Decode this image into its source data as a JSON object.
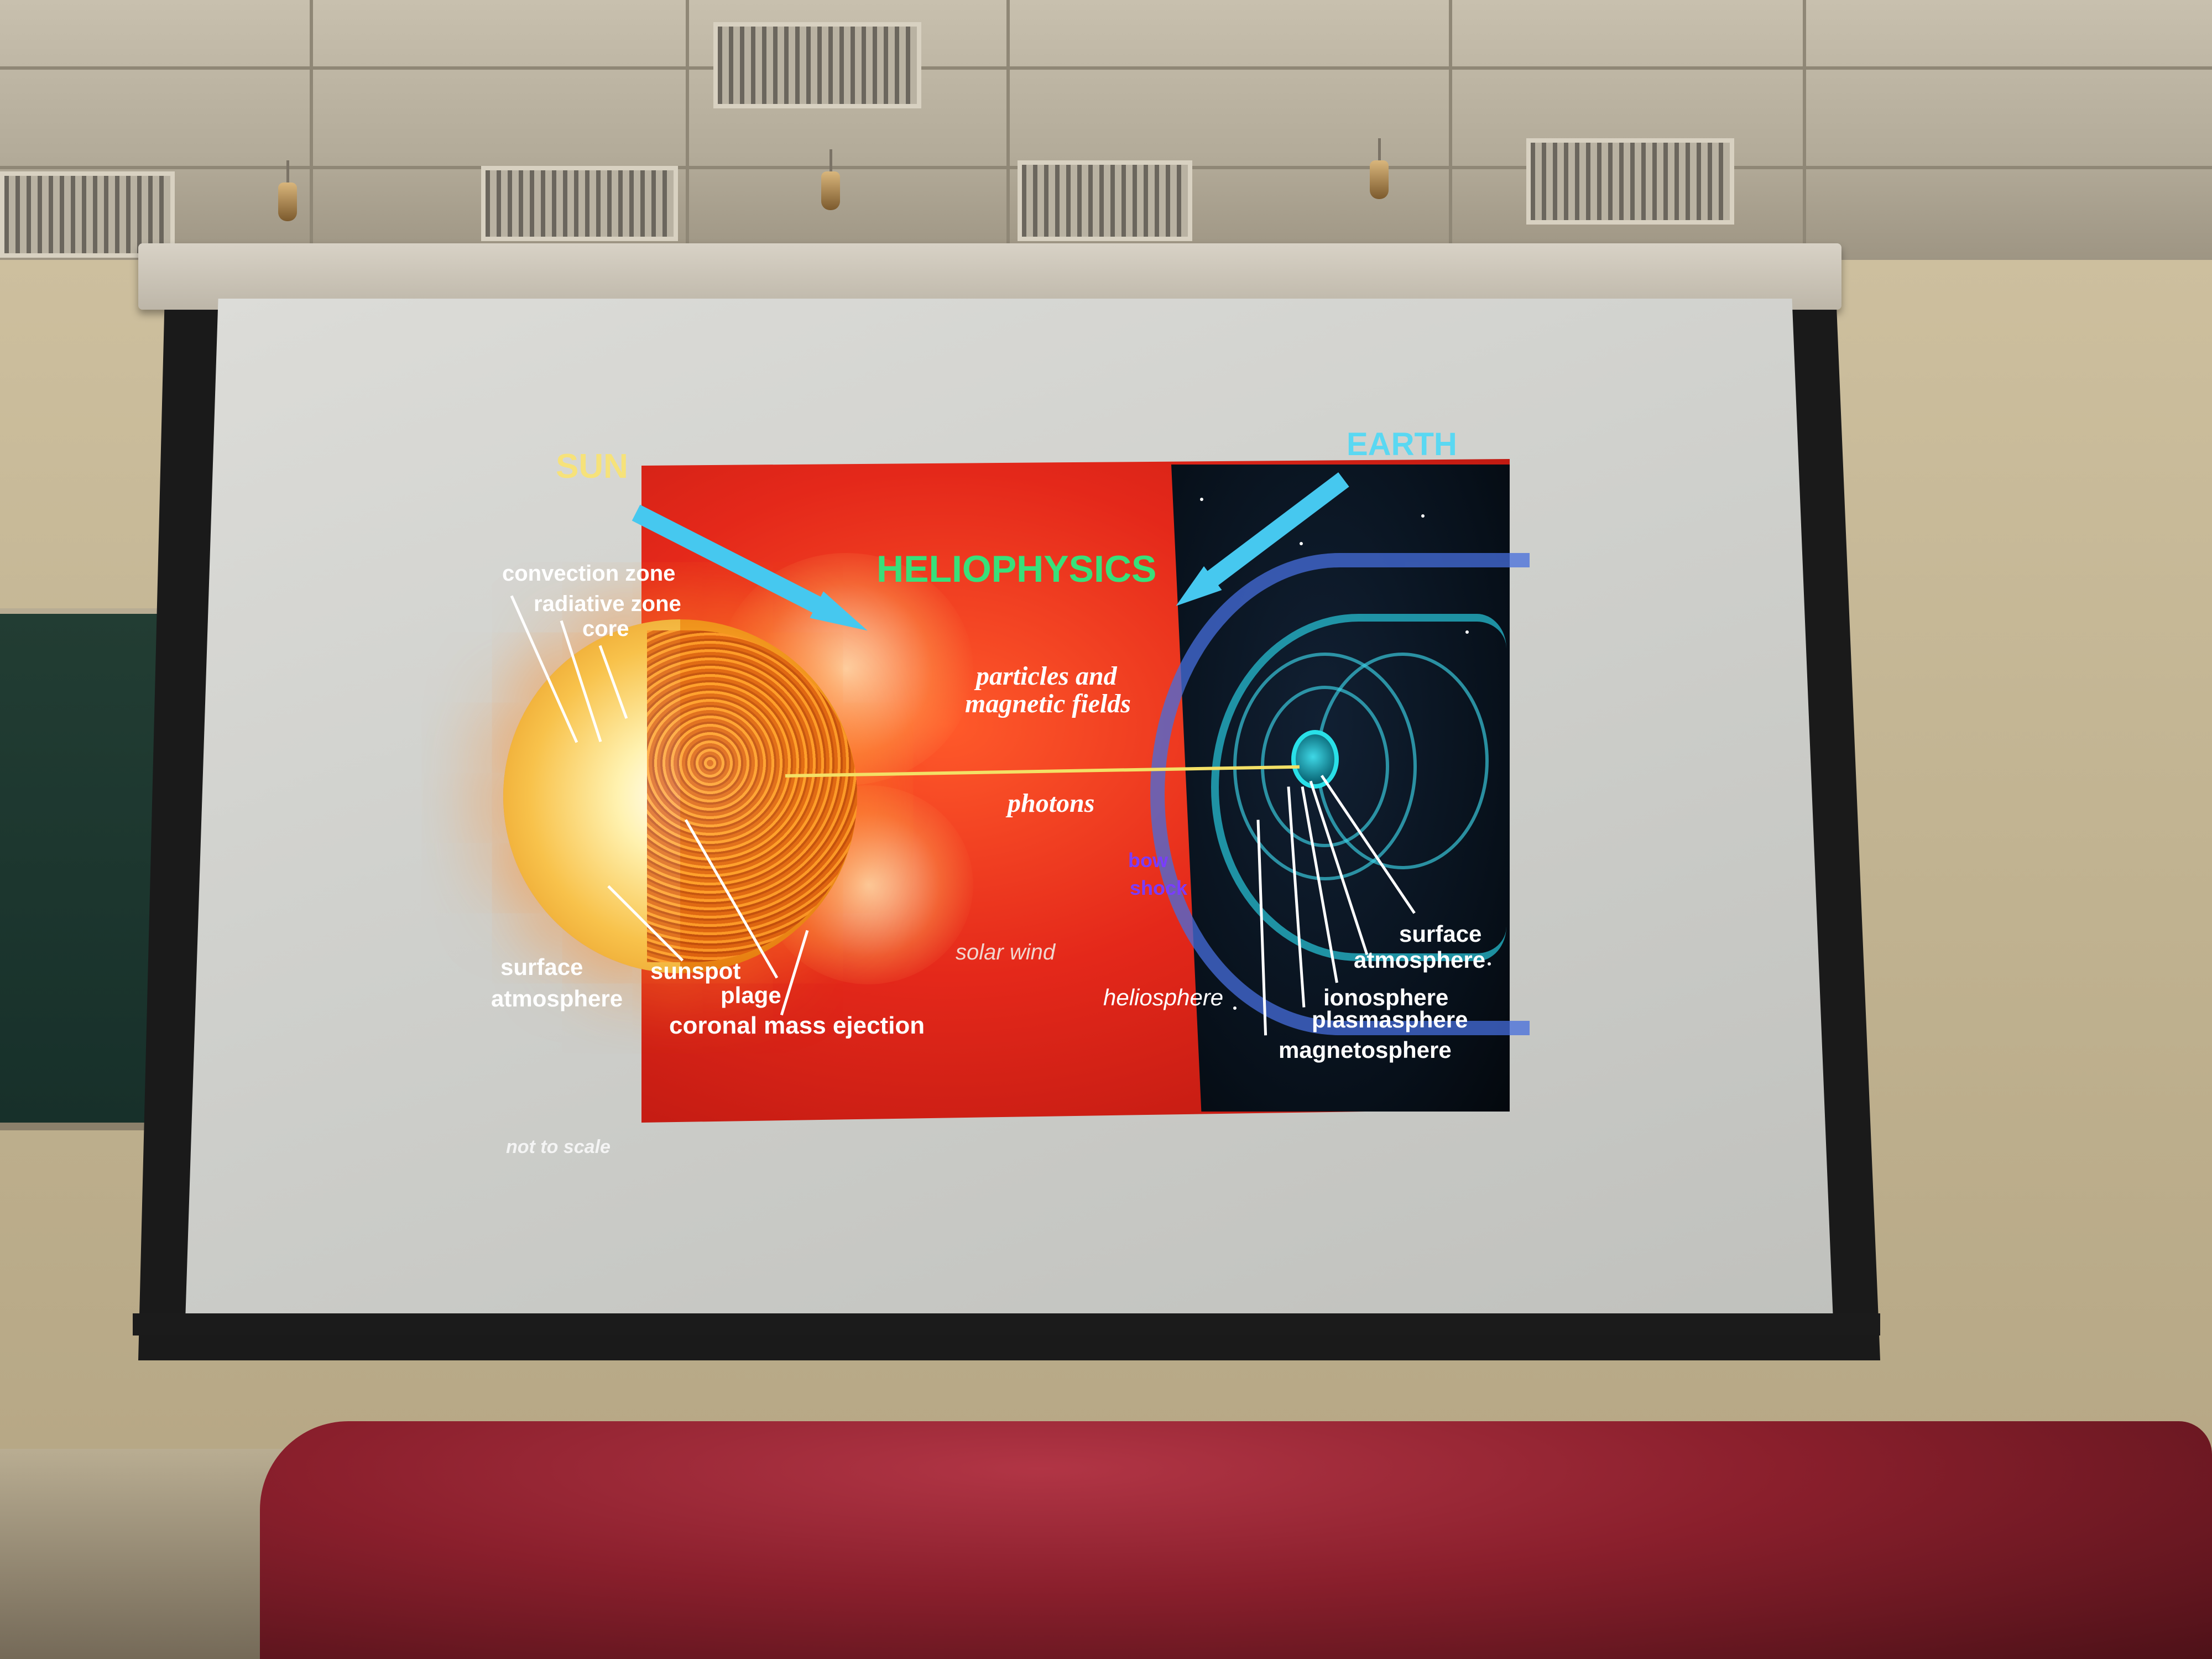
{
  "slide": {
    "sun_label": "SUN",
    "earth_label": "EARTH",
    "title": "HELIOPHYSICS",
    "sun_parts": {
      "convection_zone": "convection zone",
      "radiative_zone": "radiative zone",
      "core": "core",
      "surface": "surface",
      "atmosphere": "atmosphere",
      "sunspot": "sunspot",
      "plage": "plage",
      "coronal_mass_ejection": "coronal mass ejection"
    },
    "between": {
      "particles_line1": "particles and",
      "particles_line2": "magnetic fields",
      "photons": "photons",
      "bow_line1": "bow",
      "bow_line2": "shock",
      "solar_wind": "solar wind",
      "heliosphere": "heliosphere"
    },
    "earth_parts": {
      "surface": "surface",
      "atmosphere": "atmosphere",
      "ionosphere": "ionosphere",
      "plasmasphere": "plasmasphere",
      "magnetosphere": "magnetosphere"
    },
    "footnote": "not to scale"
  },
  "colors": {
    "title_green": "#38e07a",
    "sun_label_yellow": "#f6e27a",
    "earth_label_cyan": "#5ad8f2",
    "arrow_blue": "#46c8ef",
    "bow_shock_purple": "#7a3cff"
  }
}
